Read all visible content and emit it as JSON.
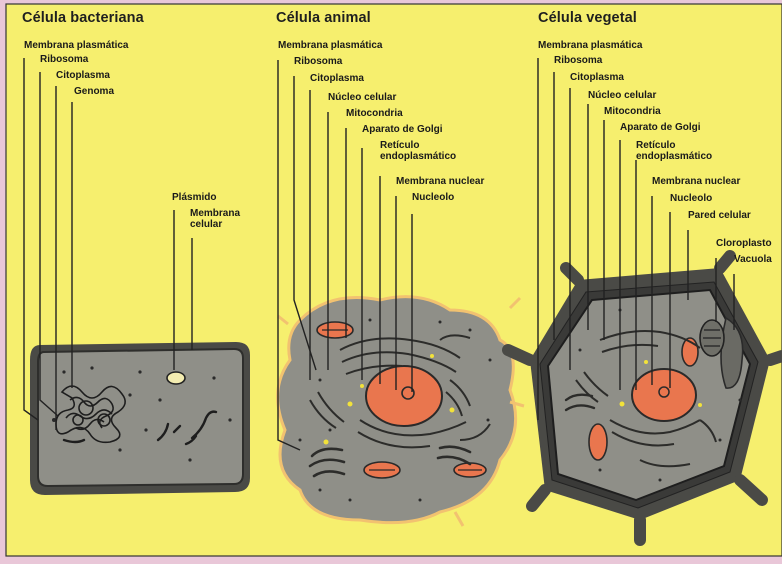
{
  "panels": {
    "bacterial": {
      "title": "Célula bacteriana",
      "labels": [
        "Membrana plasmática",
        "Ribosoma",
        "Citoplasma",
        "Genoma",
        "Plásmido",
        "Membrana celular"
      ]
    },
    "animal": {
      "title": "Célula animal",
      "labels": [
        "Membrana plasmática",
        "Ribosoma",
        "Citoplasma",
        "Núcleo celular",
        "Mitocondria",
        "Aparato de Golgi",
        "Retículo endoplasmático",
        "Membrana nuclear",
        "Nucleolo"
      ]
    },
    "plant": {
      "title": "Célula vegetal",
      "labels": [
        "Membrana plasmática",
        "Ribosoma",
        "Citoplasma",
        "Núcleo celular",
        "Mitocondria",
        "Aparato de Golgi",
        "Retículo endoplasmático",
        "Membrana nuclear",
        "Nucleolo",
        "Pared celular",
        "Cloroplasto",
        "Vacuola"
      ]
    }
  },
  "colors": {
    "background": "#f6ef6e",
    "frame": "#d8a0c4",
    "cytoplasm": "#8f8f88",
    "membrane": "#3c3c3a",
    "cell_wall": "#4a4a46",
    "animal_outline": "#f2c270",
    "nucleus": "#e9764e",
    "nucleolus": "#f2c23a",
    "leader_line": "#222222",
    "text": "#1f1f1f"
  }
}
